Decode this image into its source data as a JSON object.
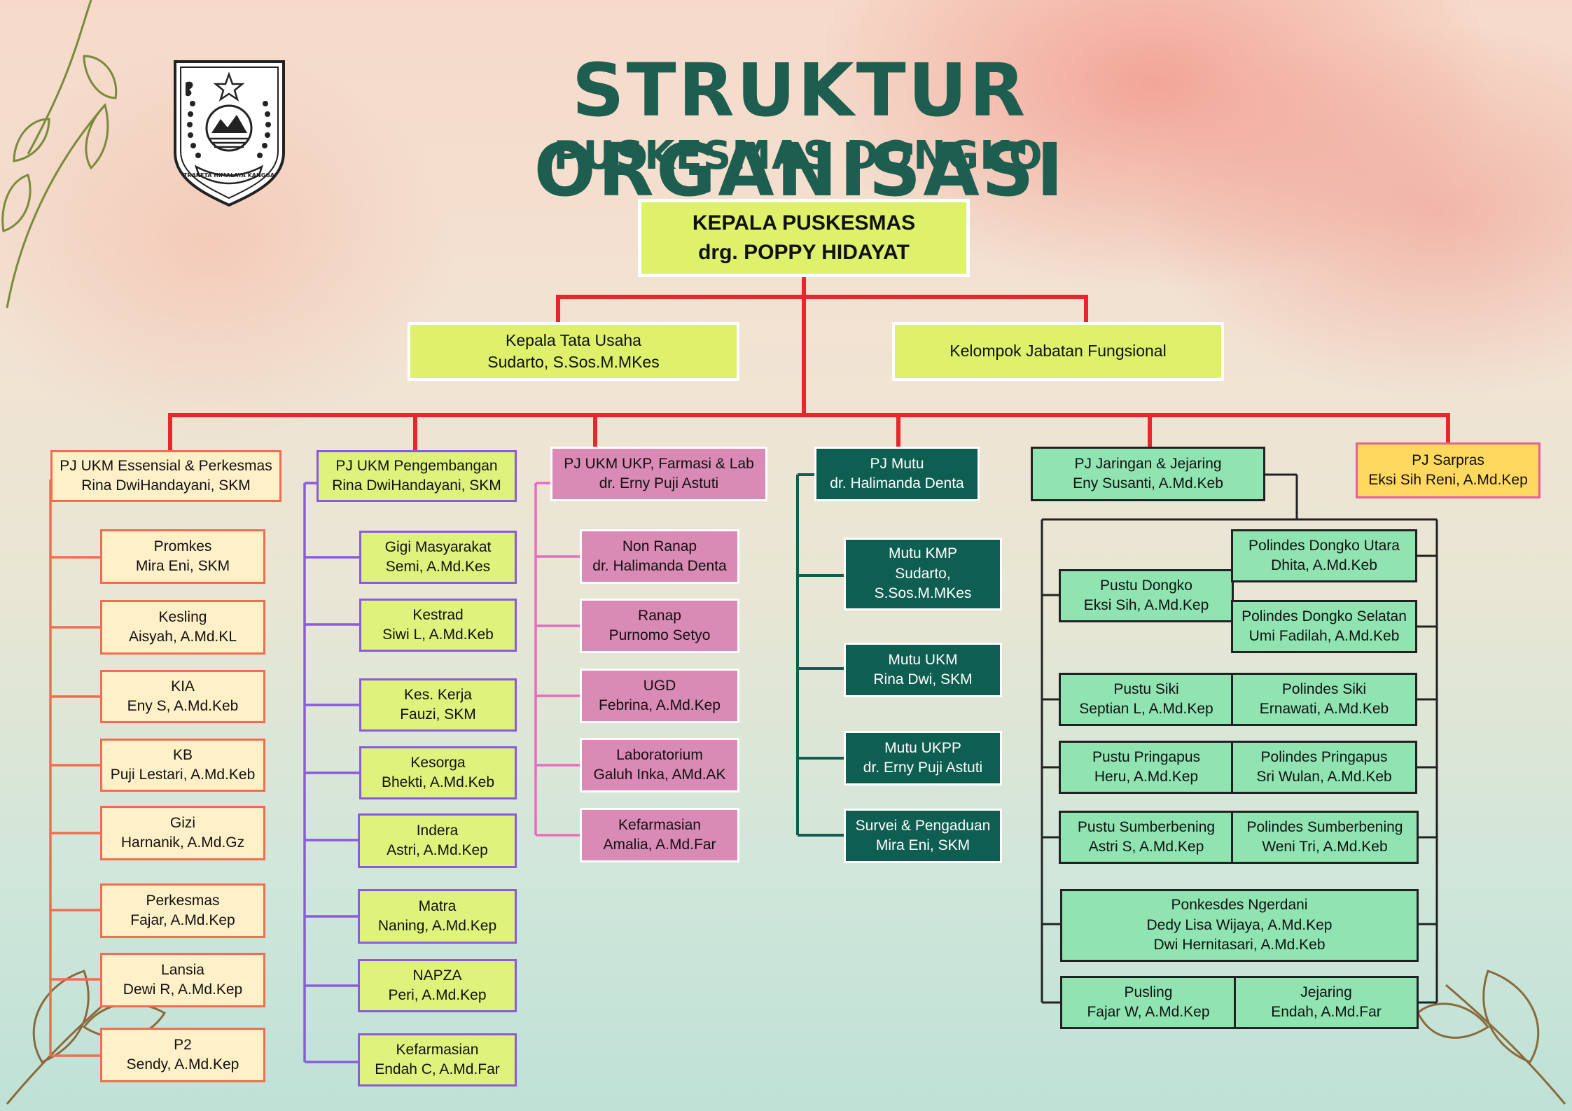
{
  "header": {
    "title": "STRUKTUR ORGANISASI",
    "subtitle": "PUSKESMAS DONGKO",
    "logo_motto": "TRAKETA HIMALAYA KANGGA"
  },
  "head": {
    "role": "KEPALA PUSKESMAS",
    "name": "drg. POPPY HIDAYAT"
  },
  "tata_usaha": {
    "role": "Kepala Tata Usaha",
    "name": "Sudarto, S.Sos.M.MKes"
  },
  "fungsional": {
    "label": "Kelompok Jabatan Fungsional"
  },
  "columns": {
    "essensial": {
      "role": "PJ UKM Essensial & Perkesmas",
      "name": "Rina DwiHandayani, SKM",
      "items": [
        {
          "role": "Promkes",
          "name": "Mira Eni, SKM"
        },
        {
          "role": "Kesling",
          "name": "Aisyah, A.Md.KL"
        },
        {
          "role": "KIA",
          "name": "Eny S, A.Md.Keb"
        },
        {
          "role": "KB",
          "name": "Puji Lestari, A.Md.Keb"
        },
        {
          "role": "Gizi",
          "name": "Harnanik, A.Md.Gz"
        },
        {
          "role": "Perkesmas",
          "name": "Fajar, A.Md.Kep"
        },
        {
          "role": "Lansia",
          "name": "Dewi R, A.Md.Kep"
        },
        {
          "role": "P2",
          "name": "Sendy, A.Md.Kep"
        }
      ]
    },
    "pengembangan": {
      "role": "PJ UKM Pengembangan",
      "name": "Rina DwiHandayani, SKM",
      "items": [
        {
          "role": "Gigi Masyarakat",
          "name": "Semi, A.Md.Kes"
        },
        {
          "role": "Kestrad",
          "name": "Siwi L, A.Md.Keb"
        },
        {
          "role": "Kes. Kerja",
          "name": "Fauzi, SKM"
        },
        {
          "role": "Kesorga",
          "name": "Bhekti, A.Md.Keb"
        },
        {
          "role": "Indera",
          "name": "Astri, A.Md.Kep"
        },
        {
          "role": "Matra",
          "name": "Naning, A.Md.Kep"
        },
        {
          "role": "NAPZA",
          "name": "Peri, A.Md.Kep"
        },
        {
          "role": "Kefarmasian",
          "name": "Endah C, A.Md.Far"
        }
      ]
    },
    "ukp": {
      "role": "PJ UKM UKP, Farmasi & Lab",
      "name": "dr. Erny Puji Astuti",
      "items": [
        {
          "role": "Non Ranap",
          "name": "dr. Halimanda Denta"
        },
        {
          "role": "Ranap",
          "name": "Purnomo Setyo"
        },
        {
          "role": "UGD",
          "name": "Febrina, A.Md.Kep"
        },
        {
          "role": "Laboratorium",
          "name": "Galuh Inka, AMd.AK"
        },
        {
          "role": "Kefarmasian",
          "name": "Amalia, A.Md.Far"
        }
      ]
    },
    "mutu": {
      "role": "PJ Mutu",
      "name": "dr. Halimanda Denta",
      "items": [
        {
          "role": "Mutu KMP",
          "name": "Sudarto,",
          "name2": "S.Sos.M.MKes"
        },
        {
          "role": "Mutu UKM",
          "name": "Rina Dwi, SKM"
        },
        {
          "role": "Mutu UKPP",
          "name": "dr. Erny Puji Astuti"
        },
        {
          "role": "Survei & Pengaduan",
          "name": "Mira Eni, SKM"
        }
      ]
    },
    "jaringan": {
      "role": "PJ Jaringan & Jejaring",
      "name": "Eny Susanti, A.Md.Keb",
      "pustu_dongko": {
        "role": "Pustu Dongko",
        "name": "Eksi Sih, A.Md.Kep"
      },
      "polindes_utara": {
        "role": "Polindes Dongko Utara",
        "name": "Dhita, A.Md.Keb"
      },
      "polindes_selatan": {
        "role": "Polindes Dongko Selatan",
        "name": "Umi Fadilah, A.Md.Keb"
      },
      "pustu_siki": {
        "role": "Pustu Siki",
        "name": "Septian L, A.Md.Kep"
      },
      "polindes_siki": {
        "role": "Polindes Siki",
        "name": "Ernawati, A.Md.Keb"
      },
      "pustu_pringapus": {
        "role": "Pustu Pringapus",
        "name": "Heru, A.Md.Kep"
      },
      "polindes_pringapus": {
        "role": "Polindes Pringapus",
        "name": "Sri Wulan, A.Md.Keb"
      },
      "pustu_sumberbening": {
        "role": "Pustu Sumberbening",
        "name": "Astri S, A.Md.Kep"
      },
      "polindes_sumberbening": {
        "role": "Polindes Sumberbening",
        "name": "Weni Tri, A.Md.Keb"
      },
      "ponkesdes": {
        "role": "Ponkesdes Ngerdani",
        "name": "Dedy Lisa Wijaya, A.Md.Kep",
        "name2": "Dwi Hernitasari, A.Md.Keb"
      },
      "pusling": {
        "role": "Pusling",
        "name": "Fajar W, A.Md.Kep"
      },
      "jejaring": {
        "role": "Jejaring",
        "name": "Endah, A.Md.Far"
      }
    },
    "sarpras": {
      "role": "PJ Sarpras",
      "name": "Eksi Sih Reni, A.Md.Kep"
    }
  },
  "colors": {
    "title": "#1e5e50",
    "trunk": "#e8262b",
    "orange": "#ef6e4f",
    "purple": "#8a5ae0",
    "pink": "#e86cc0",
    "dark_green": "#0e5e52",
    "black": "#222222"
  }
}
